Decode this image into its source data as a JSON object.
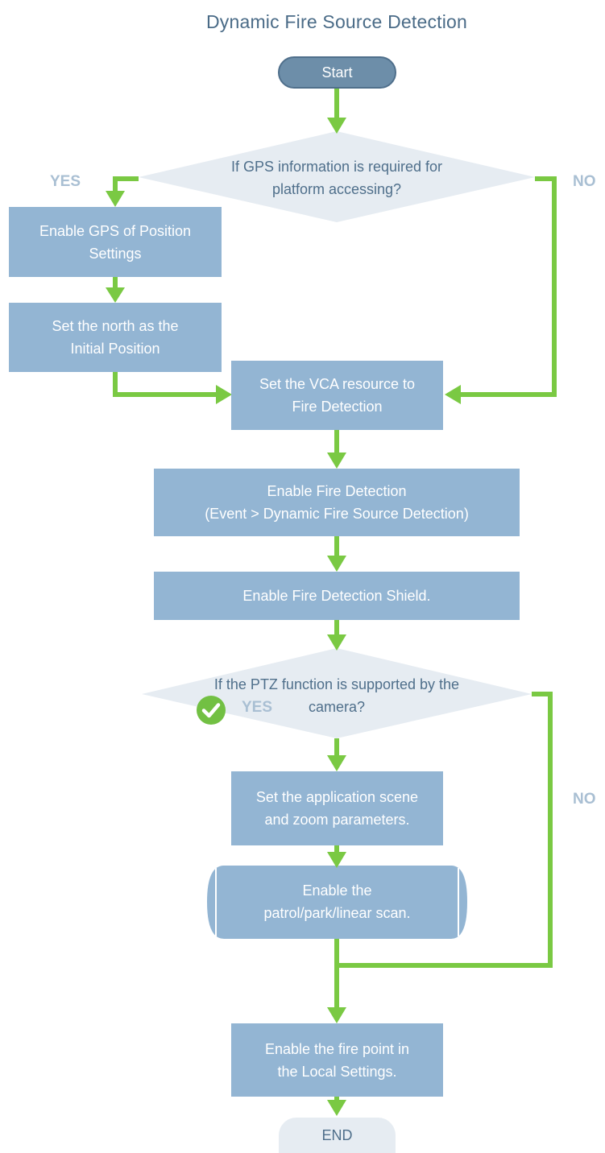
{
  "title": "Dynamic Fire Source Detection",
  "nodes": {
    "start": "Start",
    "decision_gps": {
      "line1": "If GPS information is required for",
      "line2": "platform accessing?"
    },
    "enable_gps": {
      "line1": "Enable GPS of Position",
      "line2": "Settings"
    },
    "set_north": {
      "line1": "Set the north as the",
      "line2": "Initial Position"
    },
    "set_vca": {
      "line1": "Set the VCA resource to",
      "line2": "Fire Detection"
    },
    "enable_fire": {
      "line1": "Enable Fire Detection",
      "line2": "(Event > Dynamic Fire Source Detection)"
    },
    "enable_shield": "Enable Fire Detection Shield.",
    "decision_ptz": {
      "line1": "If the PTZ function is supported by the",
      "line2": "camera?"
    },
    "set_scene": {
      "line1": "Set the application scene",
      "line2": "and zoom parameters."
    },
    "enable_scan": {
      "line1": "Enable the",
      "line2": "patrol/park/linear scan."
    },
    "enable_point": {
      "line1": "Enable the fire point in",
      "line2": "the Local Settings."
    },
    "end": "END"
  },
  "labels": {
    "yes_gps": "YES",
    "no_gps": "NO",
    "yes_ptz": "YES",
    "no_ptz": "NO"
  },
  "colors": {
    "box": "#93b5d3",
    "start": "#6d8ea9",
    "decision": "#e6ecf2",
    "arrow": "#7ac943",
    "label": "#a9bfd3",
    "check": "#72c043"
  }
}
